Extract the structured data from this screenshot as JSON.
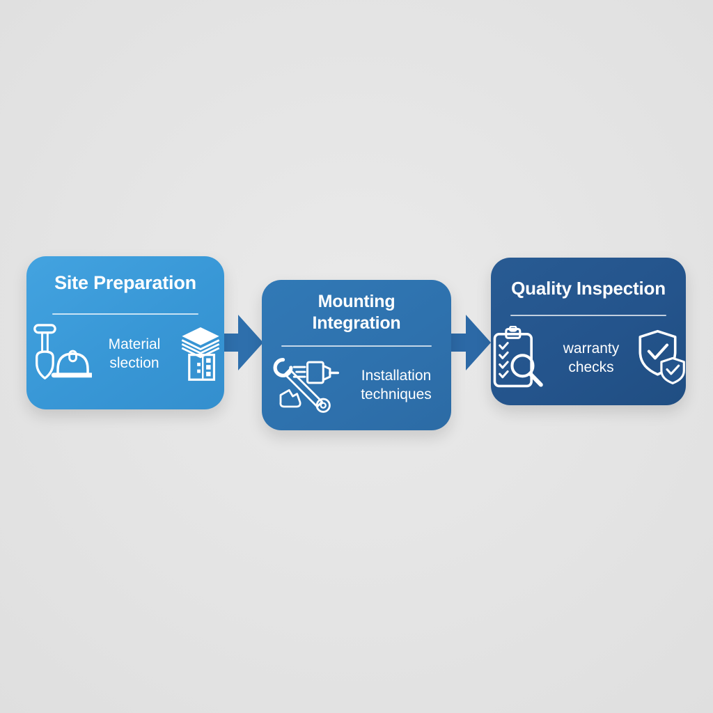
{
  "diagram": {
    "background_color": "#E4E4E4",
    "arrow_color": "#2E6FAC",
    "steps": [
      {
        "title": "Site Preparation",
        "subtitle": "Material slection",
        "box_color": "#3A99D8",
        "icons": [
          "shovel-hardhat-icon",
          "material-stack-icon"
        ]
      },
      {
        "title": "Mounting Integration",
        "subtitle": "Installation techniques",
        "box_color": "#2E72AE",
        "icons": [
          "wrench-drill-icon"
        ]
      },
      {
        "title": "Quality Inspection",
        "subtitle": "warranty checks",
        "box_color": "#24548C",
        "icons": [
          "clipboard-magnifier-icon",
          "shield-check-icon"
        ]
      }
    ]
  }
}
